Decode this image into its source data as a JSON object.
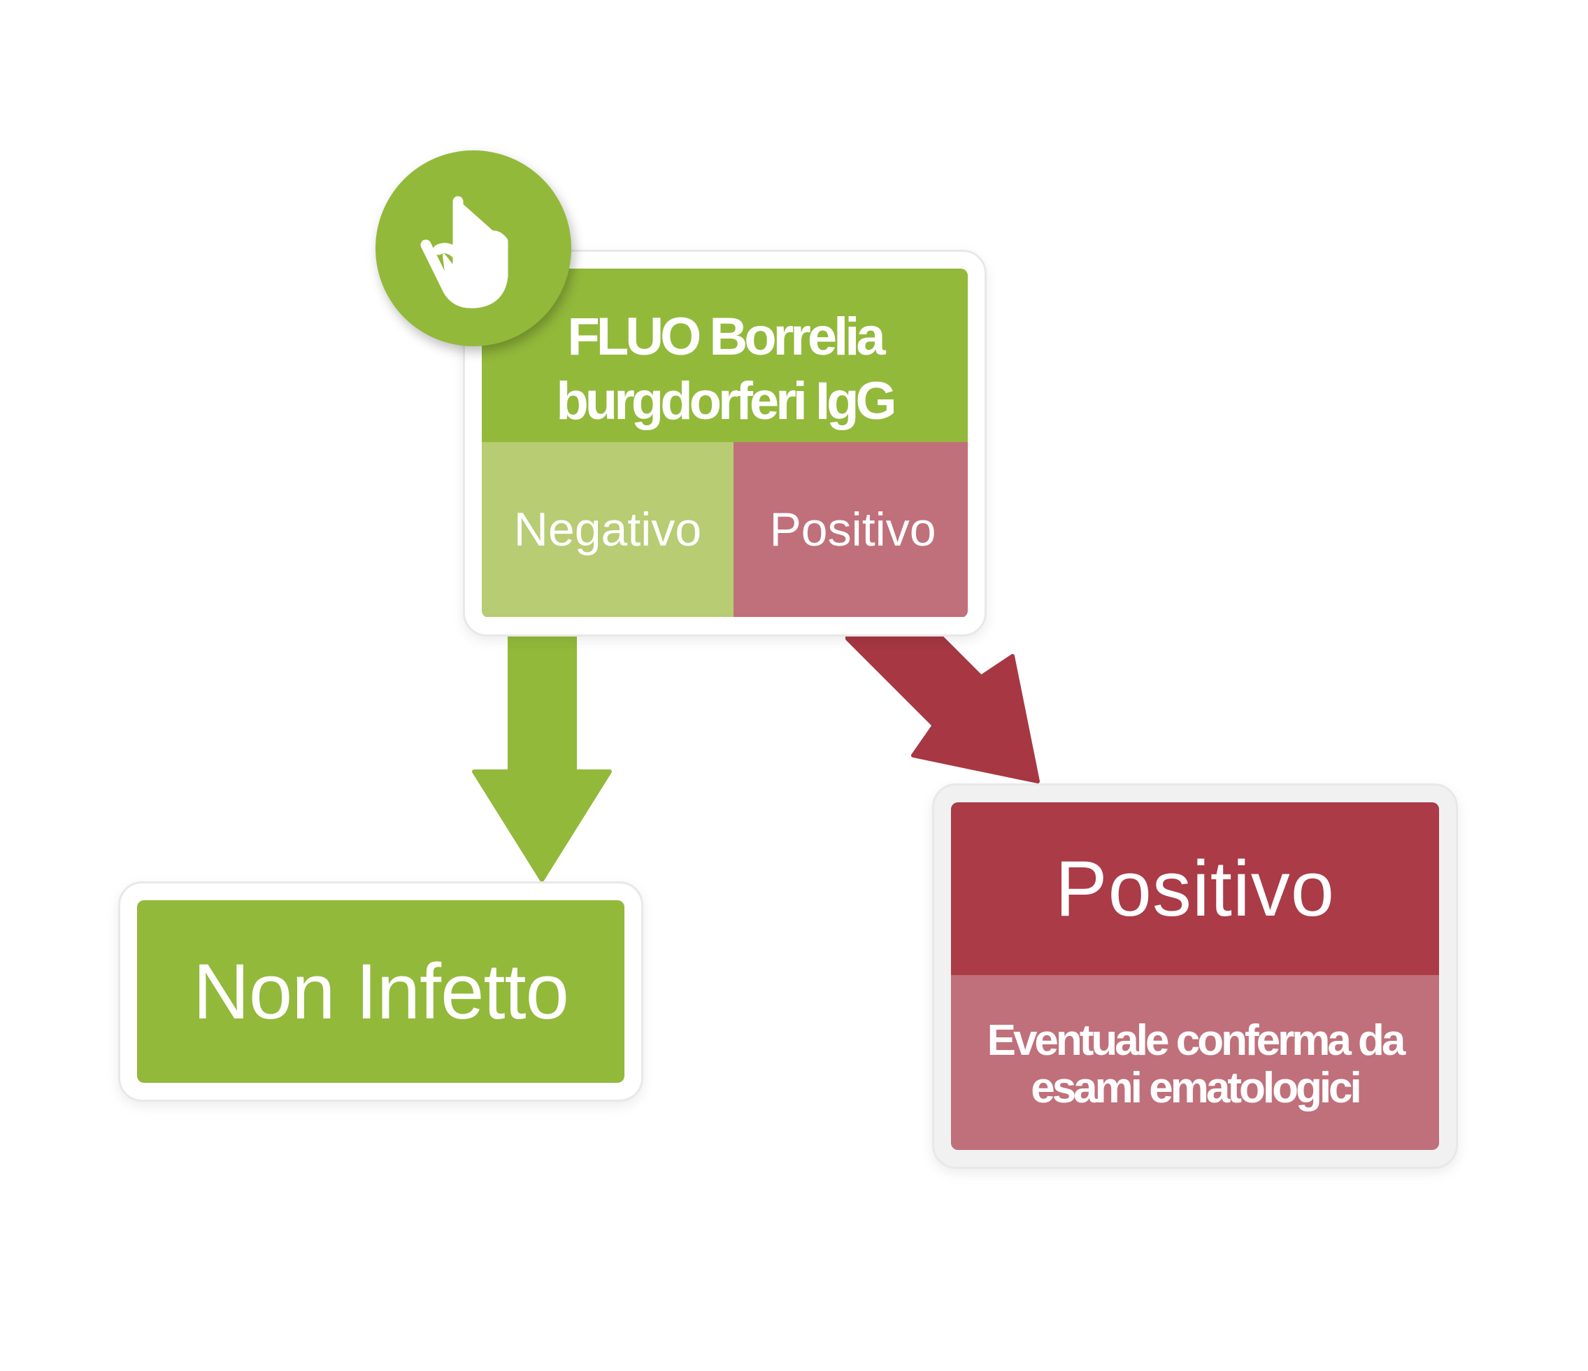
{
  "colors": {
    "green": "#92b93a",
    "light_green": "#b7cc73",
    "dark_red": "#aa3b47",
    "rose": "#c0707a",
    "arrow_red": "#a63743"
  },
  "icons": {
    "badge": "pointing-hand-icon",
    "negative_arrow": "arrow-down-icon",
    "positive_arrow": "arrow-down-right-icon"
  },
  "test_box": {
    "title_line1": "FLUO Borrelia",
    "title_line2": "burgdorferi IgG",
    "negative_label": "Negativo",
    "positive_label": "Positivo"
  },
  "negative_result": {
    "label": "Non Infetto"
  },
  "positive_result": {
    "title": "Positivo",
    "description_line1": "Eventuale conferma da",
    "description_line2": "esami ematologici"
  }
}
